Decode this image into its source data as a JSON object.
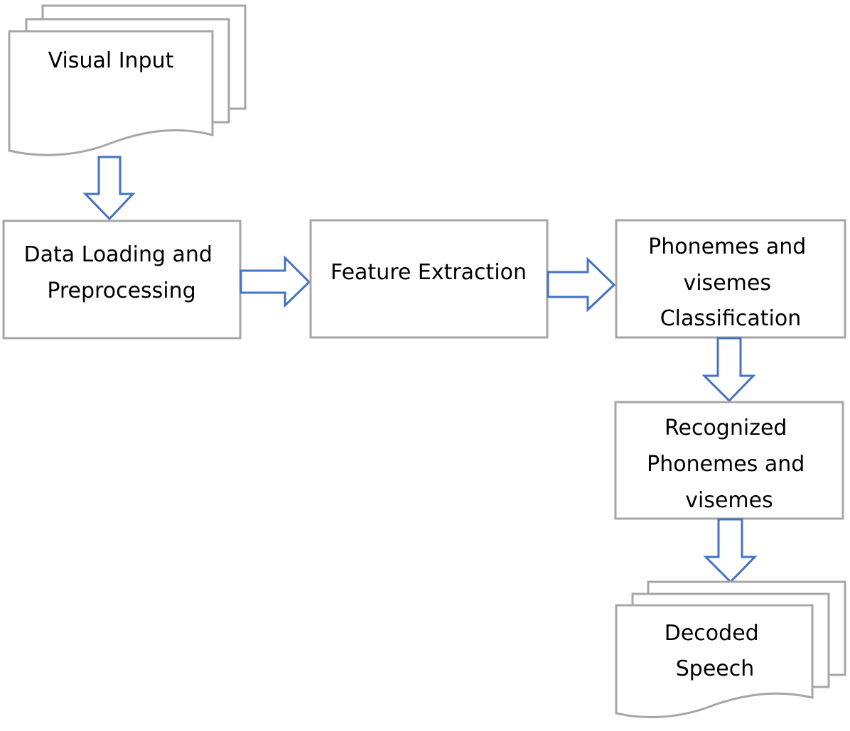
{
  "nodes": {
    "visual_input": {
      "lines": [
        "Visual Input"
      ]
    },
    "data_loading": {
      "lines": [
        "Data Loading and",
        "Preprocessing"
      ]
    },
    "feature_extraction": {
      "lines": [
        "Feature Extraction"
      ]
    },
    "classification": {
      "lines": [
        "Phonemes and",
        "visemes",
        "Classification"
      ]
    },
    "recognized": {
      "lines": [
        "Recognized",
        "Phonemes and",
        "visemes"
      ]
    },
    "decoded_speech": {
      "lines": [
        "Decoded",
        "Speech"
      ]
    }
  },
  "colors": {
    "box_border": "#a6a6a6",
    "arrow_stroke": "#4472c4",
    "text": "#000000"
  }
}
